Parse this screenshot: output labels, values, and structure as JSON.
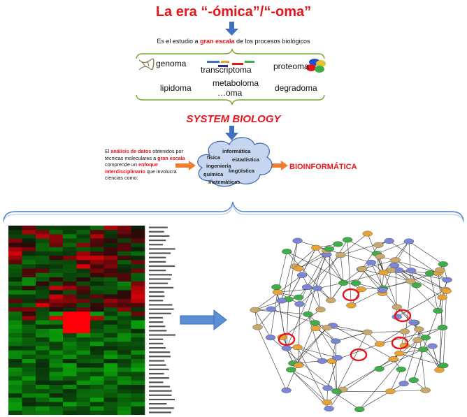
{
  "title": "La era “-ómica”/“-oma”",
  "subtitle": {
    "before": "Es el estudio a ",
    "highlight": "gran escala",
    "after": " de los procesos biológicos"
  },
  "omics": {
    "genoma": "genoma",
    "transcriptoma": "transcriptoma",
    "proteoma": "proteoma",
    "lipidoma": "lipidoma",
    "metaboloma": "metaboloma",
    "oma": "…oma",
    "degradoma": "degradoma"
  },
  "system_biology": "SYSTEM BIOLOGY",
  "description": {
    "p1": "El ",
    "h1": "análisis de datos",
    "p2": " obtenidos por técnicas moleculares a ",
    "h2": "gran escala",
    "p3": " comprende un ",
    "h3": "enfoque interdisciplinario",
    "p4": " que involucra ciencias como:"
  },
  "cloud_words": {
    "informatica": "informática",
    "fisica": "física",
    "estadistica": "estadística",
    "ingenieria": "ingeniería",
    "linguistica": "lingüística",
    "quimica": "química",
    "matematicas": "matemáticas"
  },
  "bioinformatica": "BIOINFORMÁTICA",
  "colors": {
    "accent_red": "#e8141b",
    "arrow_blue": "#3f6fbf",
    "arrow_orange": "#ed7d31",
    "brace_green": "#7aa62c",
    "cloud_fill": "#c5d6ee",
    "cloud_stroke": "#3b66b0"
  },
  "heatmap": {
    "rows": 44,
    "cols": 10
  },
  "network": {
    "node_colors": [
      "#7b86d8",
      "#e8a235",
      "#3fae49",
      "#c9a86a"
    ]
  }
}
